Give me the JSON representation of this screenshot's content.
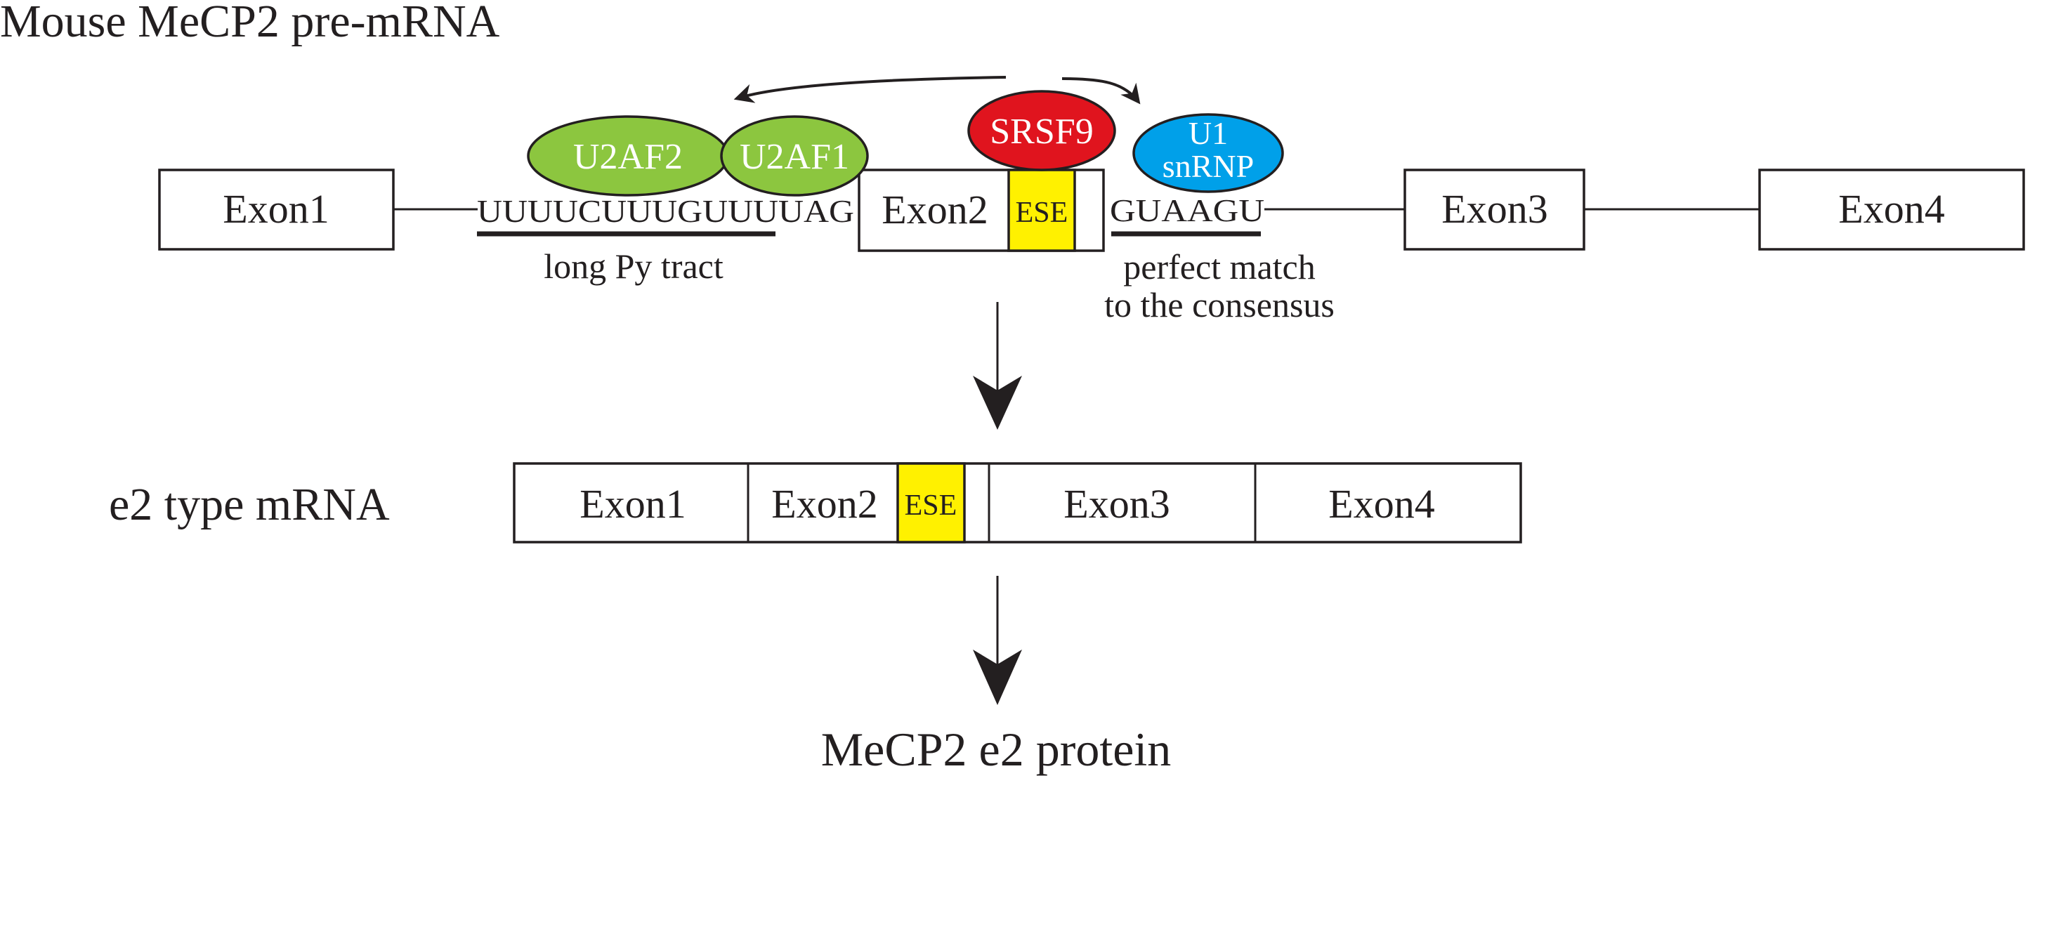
{
  "title": "Mouse MeCP2 pre-mRNA",
  "pre_mrna": {
    "exon1": "Exon1",
    "exon2": "Exon2",
    "exon3": "Exon3",
    "exon4": "Exon4",
    "ese": "ESE",
    "py_sequence": "UUUUCUUUGUUUUAG",
    "splice_site_sequence": "GUAAGU",
    "py_tract_label": "long Py tract",
    "consensus_label_line1": "perfect match",
    "consensus_label_line2": "to the consensus"
  },
  "factors": {
    "u2af2": "U2AF2",
    "u2af1": "U2AF1",
    "srsf9": "SRSF9",
    "u1_line1": "U1",
    "u1_line2": "snRNP"
  },
  "mrna": {
    "label": "e2 type mRNA",
    "exon1": "Exon1",
    "exon2": "Exon2",
    "ese": "ESE",
    "exon3": "Exon3",
    "exon4": "Exon4"
  },
  "protein": "MeCP2 e2 protein",
  "colors": {
    "u2af": "#8cc63f",
    "srsf9": "#e0141e",
    "u1": "#00a0e9",
    "ese": "#fff100",
    "ink": "#231f20"
  }
}
